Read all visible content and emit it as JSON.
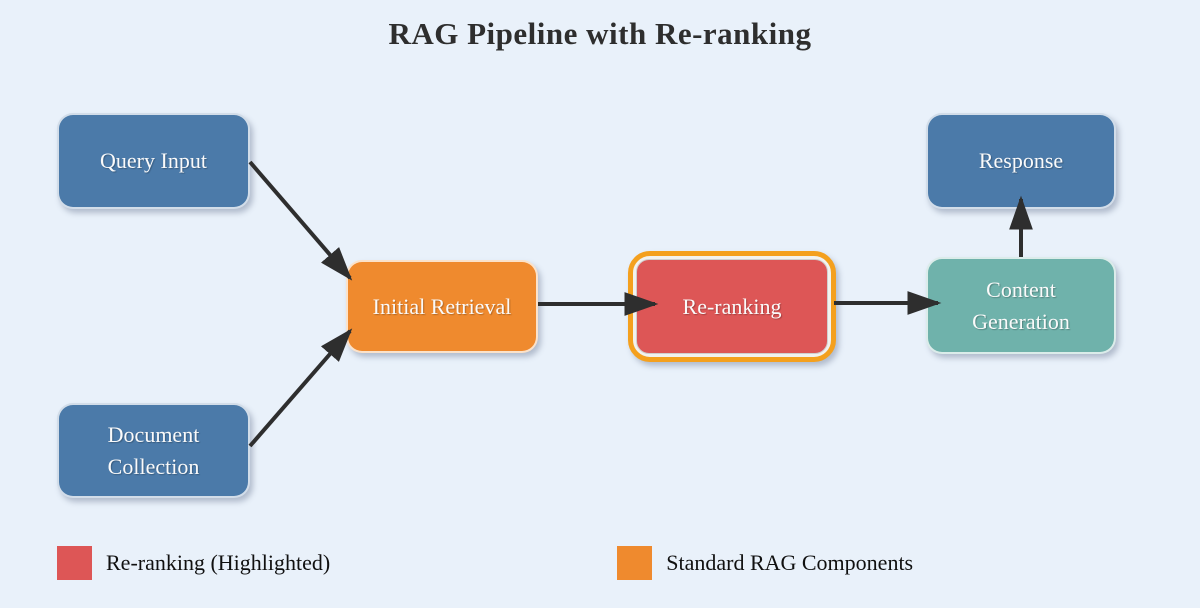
{
  "title": "RAG Pipeline with Re-ranking",
  "nodes": {
    "query_input": {
      "label": "Query Input",
      "color": "#4b7aa9"
    },
    "document_collection": {
      "label": "Document Collection",
      "color": "#4b7aa9"
    },
    "initial_retrieval": {
      "label": "Initial Retrieval",
      "color": "#ef8a2e"
    },
    "re_ranking": {
      "label": "Re-ranking",
      "color": "#dd5656",
      "highlight_ring_color": "#f4a01e"
    },
    "content_generation": {
      "label": "Content Generation",
      "color": "#6fb2ab"
    },
    "response": {
      "label": "Response",
      "color": "#4b7aa9"
    }
  },
  "edges": [
    {
      "from": "Query Input",
      "to": "Initial Retrieval"
    },
    {
      "from": "Document Collection",
      "to": "Initial Retrieval"
    },
    {
      "from": "Initial Retrieval",
      "to": "Re-ranking"
    },
    {
      "from": "Re-ranking",
      "to": "Content Generation"
    },
    {
      "from": "Content Generation",
      "to": "Response"
    }
  ],
  "legend": {
    "items": [
      {
        "label": "Re-ranking (Highlighted)",
        "color": "#dd5656"
      },
      {
        "label": "Standard RAG Components",
        "color": "#ef8a2e"
      }
    ]
  },
  "colors": {
    "background": "#e9f1fa",
    "arrow": "#2e2e2e",
    "title_text": "#2e2e2e",
    "node_text": "#fafafa"
  }
}
